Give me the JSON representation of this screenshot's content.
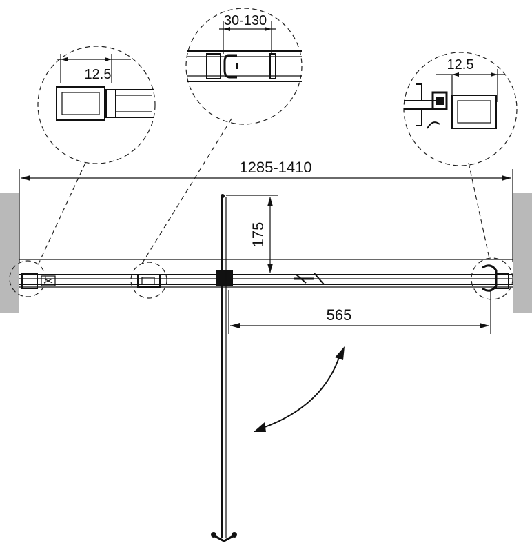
{
  "dimensions": {
    "total_width": "1285-1410",
    "door_opening": "565",
    "door_offset": "175",
    "detail_left": "12.5",
    "detail_center": "30-130",
    "detail_right": "12.5"
  },
  "colors": {
    "line": "#111111",
    "wall": "#b9b9b9",
    "background": "#ffffff"
  }
}
